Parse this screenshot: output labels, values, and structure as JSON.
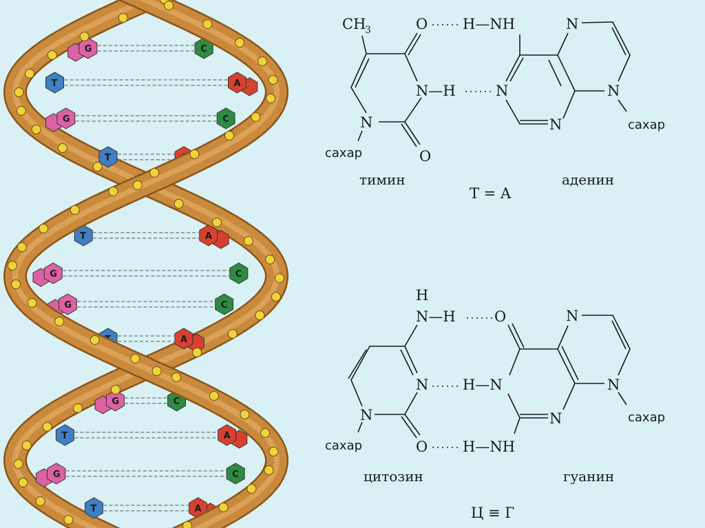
{
  "helix": {
    "colors": {
      "ribbon": "#c98a3e",
      "ribbon_dark": "#8a5518",
      "ribbon_light": "#e3ab62",
      "phosphate": "#f2d23a",
      "T": "#3f7fc3",
      "A": "#d8412f",
      "G": "#dc62a4",
      "C": "#2f8b43"
    },
    "pairs": [
      {
        "left": "G",
        "right": "C"
      },
      {
        "left": "T",
        "right": "A"
      },
      {
        "left": "G",
        "right": "C"
      },
      {
        "left": "T",
        "right": "A"
      },
      {
        "left": "T",
        "right": "A"
      },
      {
        "left": "G",
        "right": "C"
      },
      {
        "left": "G",
        "right": "C"
      },
      {
        "left": "T",
        "right": "A"
      },
      {
        "left": "G",
        "right": "C"
      },
      {
        "left": "T",
        "right": "A"
      },
      {
        "left": "G",
        "right": "C"
      },
      {
        "left": "T",
        "right": "A"
      }
    ]
  },
  "pair_ta": {
    "ch3": "CH",
    "ch3_sub": "3",
    "o_top": "O",
    "h_nh": "H—NH",
    "n_h": "N—H",
    "n_acc": "N",
    "n1": "N",
    "o_bottom": "O",
    "sugar_left": "сахар",
    "a_n7": "N",
    "a_n3": "N",
    "a_n9": "N",
    "sugar_right": "сахар",
    "name_left": "тимин",
    "name_right": "аденин",
    "formula": "T = A"
  },
  "pair_cg": {
    "h_top": "H",
    "n_h": "N—H",
    "o_acc": "O",
    "n3": "N",
    "h_n": "H—N",
    "n1": "N",
    "o_bottom": "O",
    "h_nh": "H—NH",
    "sugar_left": "сахар",
    "g_n7": "N",
    "g_n3": "N",
    "g_n9": "N",
    "sugar_right": "сахар",
    "name_left": "цитозин",
    "name_right": "гуанин",
    "formula": "Ц ≡ Г"
  }
}
